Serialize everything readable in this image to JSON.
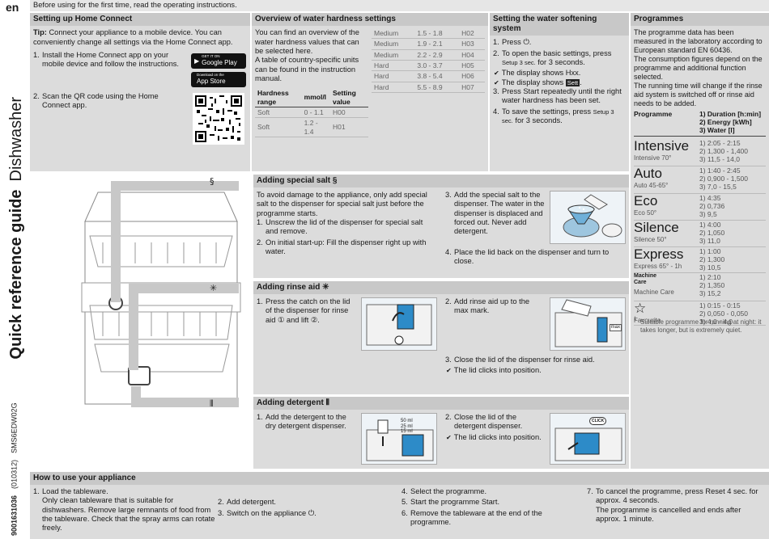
{
  "sidebar": {
    "lang": "en",
    "title_bold": "Quick reference guide",
    "title_light": "Dishwasher",
    "doc_number": "9001631036",
    "doc_rev": "(010312)",
    "model": "SMS6EDW02G"
  },
  "top_note": "Before using for the first time, read the operating instructions.",
  "setup": {
    "title": "Setting up Home Connect",
    "tip_label": "Tip:",
    "tip": "Connect your appliance to a mobile device. You can conveniently change all settings via the Home Connect app.",
    "steps": [
      "Install the Home Connect app on your mobile device and follow the instructions.",
      "Scan the QR code using the Home Connect app."
    ],
    "google_small": "GET IT ON",
    "google": "Google Play",
    "apple_small": "Download on the",
    "apple": "App Store"
  },
  "hardness": {
    "title": "Overview of water hardness settings",
    "intro": "You can find an overview of the water hardness values that can be selected here.",
    "intro2": "A table of country-specific units can be found in the instruction manual.",
    "headers": [
      "Hardness range",
      "mmol/l",
      "Setting value"
    ],
    "rows_left": [
      [
        "Soft",
        "0 - 1.1",
        "H00"
      ],
      [
        "Soft",
        "1.2 - 1.4",
        "H01"
      ]
    ],
    "rows_right": [
      [
        "Medium",
        "1.5 - 1.8",
        "H02"
      ],
      [
        "Medium",
        "1.9 - 2.1",
        "H03"
      ],
      [
        "Medium",
        "2.2 - 2.9",
        "H04"
      ],
      [
        "Hard",
        "3.0 - 3.7",
        "H05"
      ],
      [
        "Hard",
        "3.8 - 5.4",
        "H06"
      ],
      [
        "Hard",
        "5.5 - 8.9",
        "H07"
      ]
    ]
  },
  "softening": {
    "title": "Setting the water softening system",
    "s1": "Press",
    "s2a": "To open the basic settings, press",
    "s2b": "Setup 3 sec.",
    "s2c": "for 3 seconds.",
    "r1": "The display shows Hxx.",
    "r2a": "The display shows",
    "r2b": "Sett",
    "s3": "Press Start repeatedly until the right water hardness has been set.",
    "s4a": "To save the settings, press",
    "s4b": "Setup 3 sec.",
    "s4c": "for 3 seconds."
  },
  "programmes": {
    "title": "Programmes",
    "intro": "The programme data has been measured in the laboratory according to European standard EN 60436.",
    "intro2": "The consumption figures depend on the programme and additional function selected.",
    "intro3": "The running time will change if the rinse aid system is switched off or rinse aid needs to be added.",
    "col_prog": "Programme",
    "col_vals": [
      "1) Duration [h:min]",
      "2) Energy [kWh]",
      "3) Water [l]"
    ],
    "items": [
      {
        "name": "Intensive",
        "sub": "Intensive 70°",
        "v": [
          "1) 2:05 - 2:15",
          "2) 1,300 - 1,400",
          "3) 11,5 - 14,0"
        ]
      },
      {
        "name": "Auto",
        "sub": "Auto 45-65°",
        "v": [
          "1) 1:40 - 2:45",
          "2) 0,900 - 1,500",
          "3) 7,0 - 15,5"
        ]
      },
      {
        "name": "Eco",
        "sub": "Eco 50°",
        "v": [
          "1) 4:35",
          "2) 0,736",
          "3) 9,5"
        ]
      },
      {
        "name": "Silence",
        "sub": "Silence 50°",
        "v": [
          "1) 4:00",
          "2) 1,050",
          "3) 11,0"
        ]
      },
      {
        "name": "Express",
        "sub": "Express 65° - 1h",
        "v": [
          "1) 1:00",
          "2) 1,300",
          "3) 10,5"
        ]
      },
      {
        "name": "Machine Care",
        "sub": "Machine Care",
        "v": [
          "1) 2:10",
          "2) 1,350",
          "3) 15,2"
        ]
      },
      {
        "name": "☆",
        "sub": "Favourite",
        "v": [
          "1) 0:15 - 0:15",
          "2) 0,050 - 0,050",
          "3) 4,0 - 4,0"
        ]
      }
    ],
    "footnote": "Suitable programme for running at night: it takes longer, but is extremely quiet."
  },
  "salt": {
    "title": "Adding special salt",
    "intro": "To avoid damage to the appliance, only add special salt to the dispenser for special salt just before the programme starts.",
    "s1": "Unscrew the lid of the dispenser for special salt and remove.",
    "s2": "On initial start-up: Fill the dispenser right up with water.",
    "s3": "Add the special salt to the dispenser. The water in the dispenser is displaced and forced out. Never add detergent.",
    "s4": "Place the lid back on the dispenser and turn to close."
  },
  "rinse": {
    "title": "Adding rinse aid",
    "s1": "Press the catch on the lid of the dispenser for rinse aid ① and lift ②.",
    "s2": "Add rinse aid up to the max mark.",
    "s3": "Close the lid of the dispenser for rinse aid.",
    "r3": "The lid clicks into position.",
    "max": "max"
  },
  "detergent": {
    "title": "Adding detergent",
    "s1": "Add the detergent to the dry detergent dispenser.",
    "s2": "Close the lid of the detergent dispenser.",
    "r2": "The lid clicks into position.",
    "ml": [
      "50 ml",
      "25 ml",
      "15 ml"
    ],
    "click": "CLICK"
  },
  "how": {
    "title": "How to use your appliance",
    "s1": "Load the tableware.",
    "s1b": "Only clean tableware that is suitable for dishwashers. Remove large remnants of food from the tableware. Check that the spray arms can rotate freely.",
    "s2": "Add detergent.",
    "s3": "Switch on the appliance ⏻.",
    "s4": "Select the programme.",
    "s5": "Start the programme Start.",
    "s6": "Remove the tableware at the end of the programme.",
    "s7": "To cancel the programme, press Reset 4 sec. for approx. 4 seconds.",
    "s7b": "The programme is cancelled and ends after approx. 1 minute."
  }
}
